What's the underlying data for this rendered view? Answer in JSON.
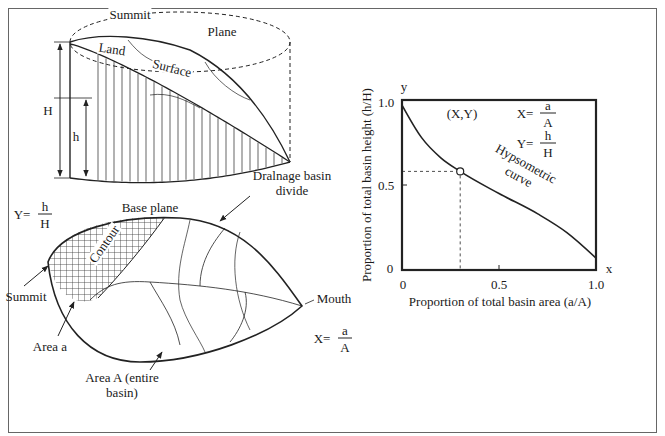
{
  "diagram": {
    "labels": [
      "Summit",
      "Plane",
      "Land",
      "Surface",
      "H",
      "h",
      "Y=",
      "h",
      "H",
      "Base plane",
      "Dralnage basin divide",
      "Summit",
      "Contour",
      "Mouth",
      "Area a",
      "Area A (entire basin)",
      "X=",
      "a",
      "A",
      "y",
      "1.0",
      "0.5",
      "0",
      "Proportion of total basin height (h/H)",
      "(X,Y)",
      "X=",
      "a",
      "A",
      "Y=",
      "h",
      "H",
      "Hypsometric curve",
      "0",
      "0.5",
      "1.0",
      "x",
      "Proportion of total basin area (a/A)"
    ]
  }
}
